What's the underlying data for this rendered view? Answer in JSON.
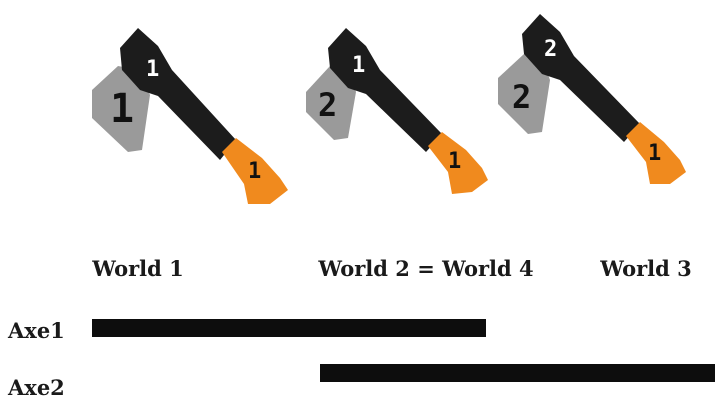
{
  "axes": [
    {
      "blade_digit": "1",
      "head_digit": "1",
      "handle_digit": "1"
    },
    {
      "blade_digit": "2",
      "head_digit": "1",
      "handle_digit": "1"
    },
    {
      "blade_digit": "2",
      "head_digit": "2",
      "handle_digit": "1"
    }
  ],
  "worlds": {
    "w1": "World 1",
    "w24": "World 2 = World 4",
    "w3": "World 3"
  },
  "rows": {
    "axe1": "Axe1",
    "axe2": "Axe2"
  },
  "colors": {
    "blade": "#9a9a9a",
    "head": "#1c1c1c",
    "handle": "#f08a1e",
    "bar": "#0d0d0d",
    "head_digit": "#ffffff",
    "blade_digit": "#111111"
  }
}
